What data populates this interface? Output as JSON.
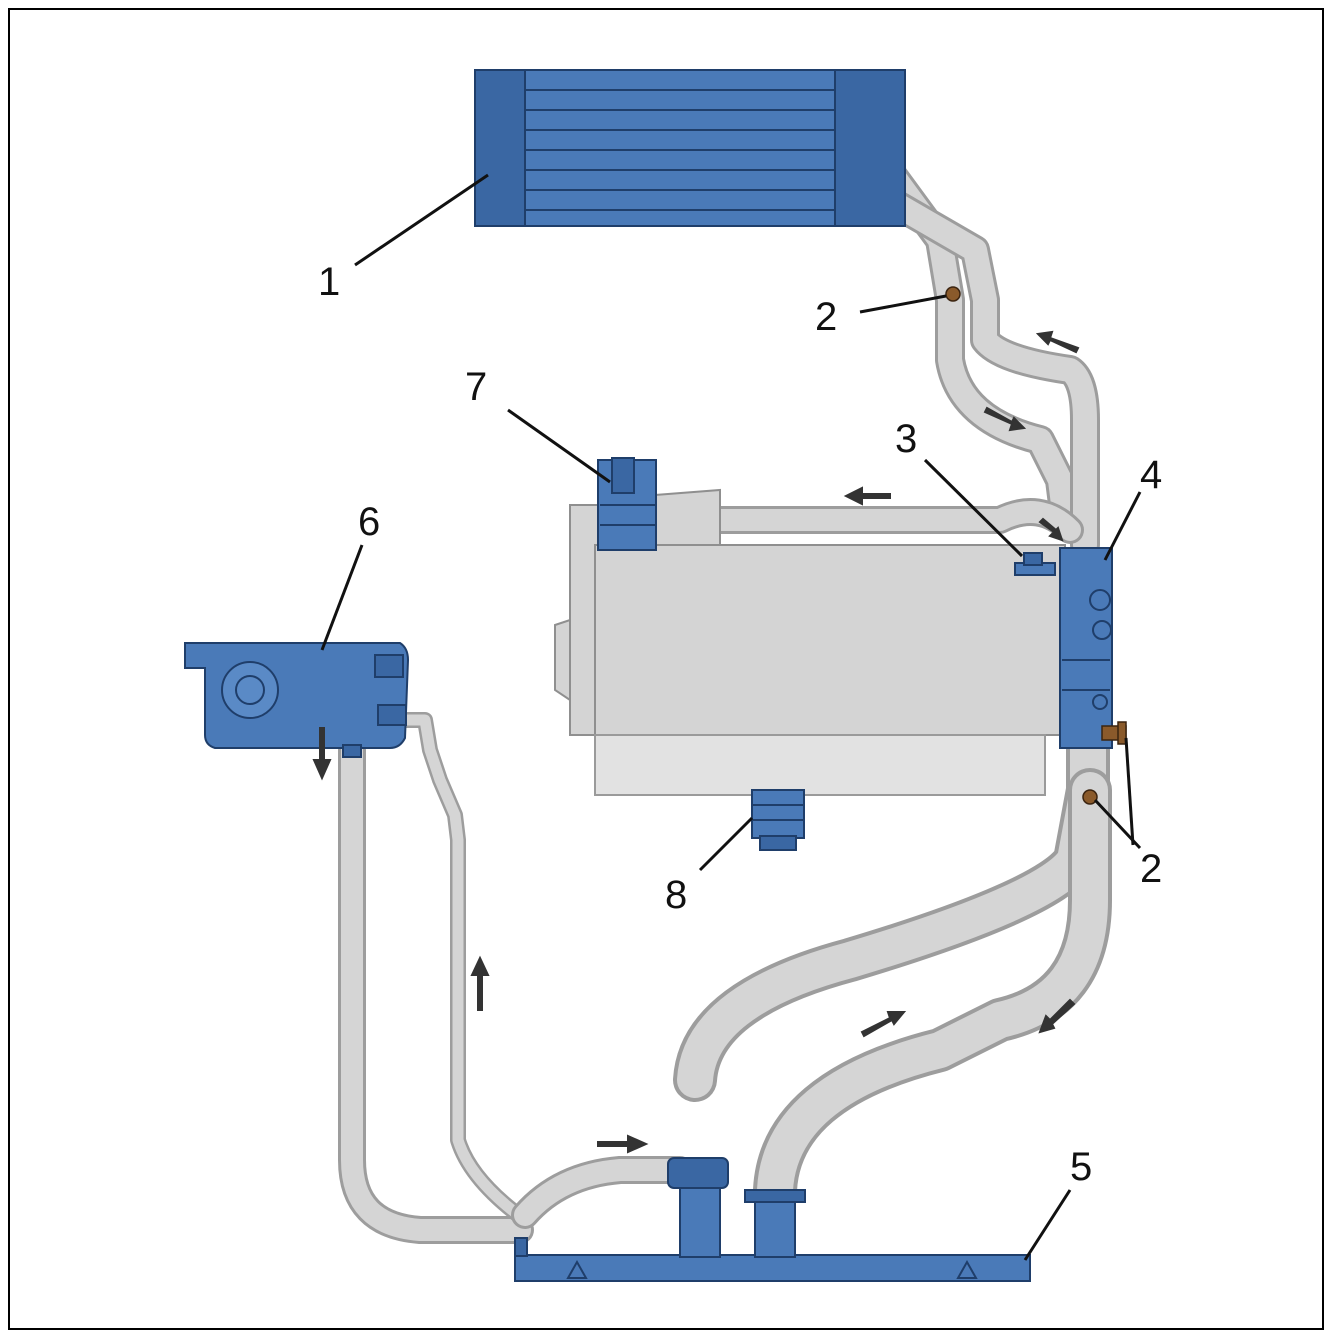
{
  "diagram": {
    "callouts": [
      {
        "id": "1",
        "text": "1"
      },
      {
        "id": "2a",
        "text": "2"
      },
      {
        "id": "2b",
        "text": "2"
      },
      {
        "id": "3",
        "text": "3"
      },
      {
        "id": "4",
        "text": "4"
      },
      {
        "id": "5",
        "text": "5"
      },
      {
        "id": "6",
        "text": "6"
      },
      {
        "id": "7",
        "text": "7"
      },
      {
        "id": "8",
        "text": "8"
      }
    ],
    "colors": {
      "component_blue": "#4a7ab8",
      "engine_grey": "#d4d4d4",
      "hose_grey": "#d5d5d5",
      "clamp_bronze": "#8a5a2b"
    }
  }
}
